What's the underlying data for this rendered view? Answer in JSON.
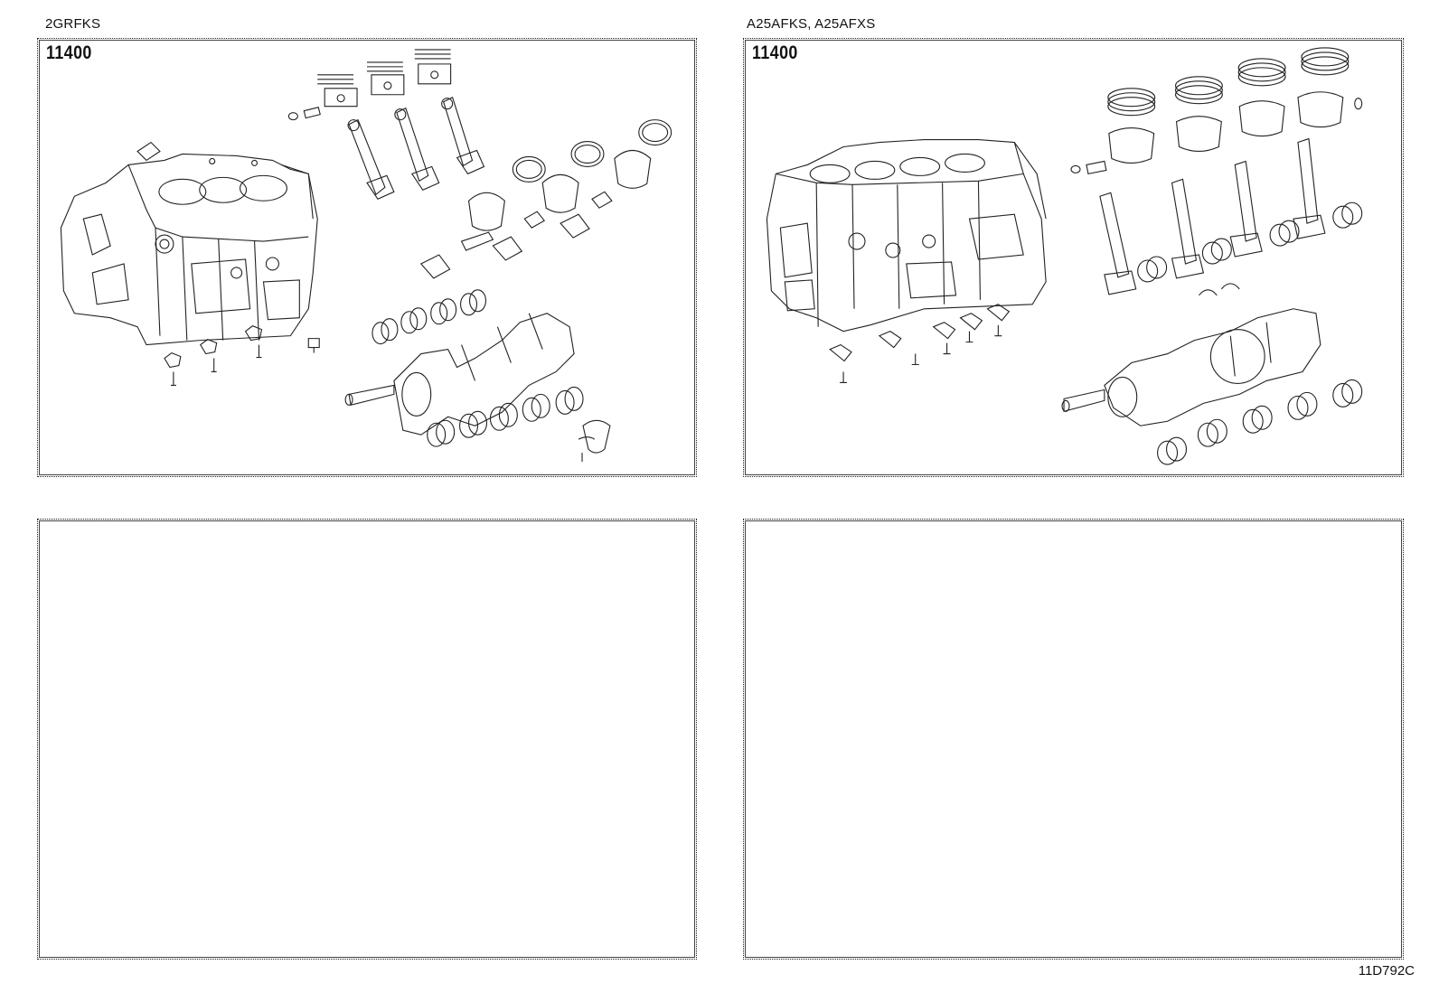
{
  "panels": [
    {
      "engine_codes": "2GRFKS",
      "part_number": "11400"
    },
    {
      "engine_codes": "A25AFKS, A25AFXS",
      "part_number": "11400"
    },
    {
      "engine_codes": "",
      "part_number": ""
    },
    {
      "engine_codes": "",
      "part_number": ""
    }
  ],
  "drawing_id": "11D792C",
  "colors": {
    "line": "#222222",
    "background": "#ffffff"
  }
}
